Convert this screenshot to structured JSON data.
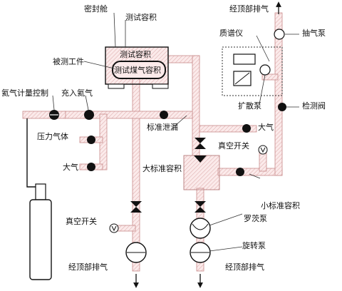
{
  "labels": {
    "sealed_chamber": "密封舱",
    "test_volume": "测试容积",
    "test_volume_inner": "测试容积",
    "coal_volume": "测试煤气容积",
    "workpiece": "被测工件",
    "he_flow_control": "氦气计量控制",
    "fill_he": "充入氦气",
    "pressure_gas": "压力气体",
    "atmosphere_left": "大气",
    "standard_leak": "标准泄漏",
    "atmosphere_right": "大气",
    "vacuum_switch_right": "真空开关",
    "large_std_volume": "大标准容积",
    "small_std_volume": "小标准容积",
    "roots_pump": "罗茨泵",
    "rotary_pump": "旋转泵",
    "vacuum_switch_left": "真空开关",
    "exhaust_top": "经顶部排气",
    "exhaust_bottom_left": "经顶部排气",
    "exhaust_bottom_right": "经顶部排气",
    "mass_spec": "质谱仪",
    "pump_out": "抽气泵",
    "diffusion_pump": "扩散泵",
    "check_valve": "检测阀"
  },
  "colors": {
    "pipe_border": "#d49a9a",
    "pipe_fill": "#f6dede",
    "ink": "#111111",
    "valve": "#1a1a1a"
  }
}
